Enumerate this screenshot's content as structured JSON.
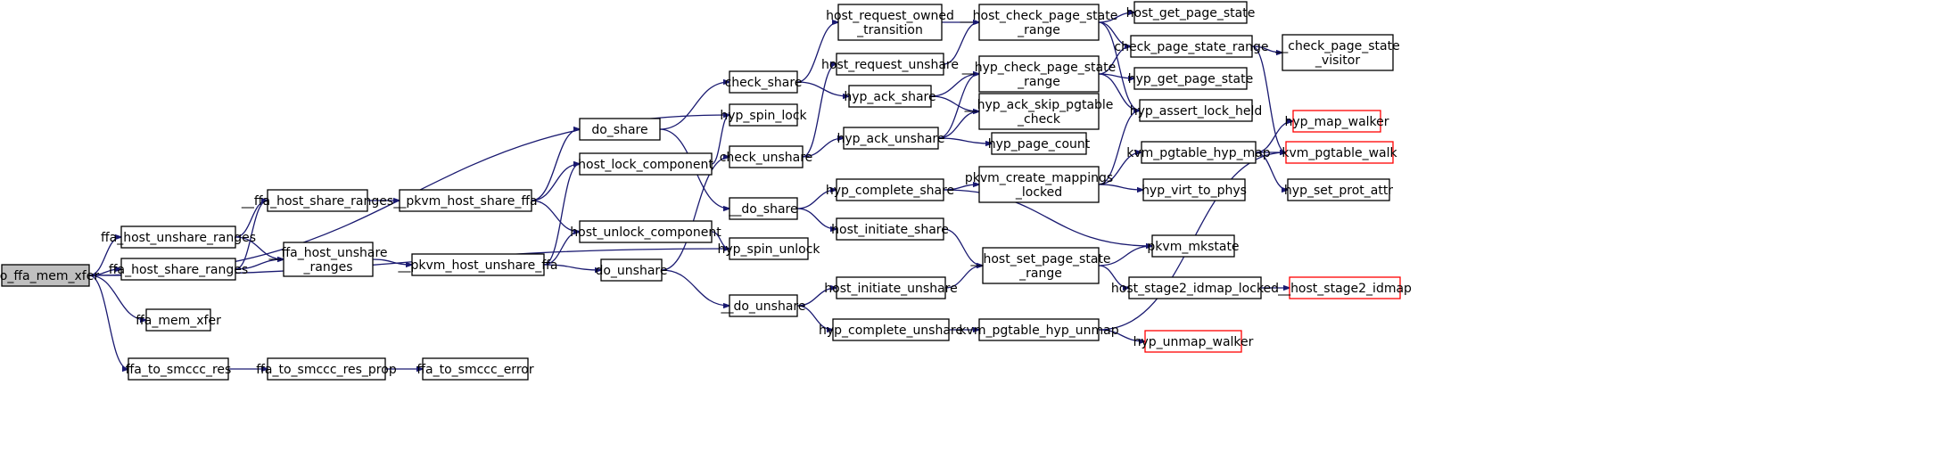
{
  "colors": {
    "edge": "#191970",
    "root_fill": "#bfbfbf",
    "external_border": "#ff0000",
    "border": "#000000"
  },
  "nodes": [
    {
      "id": "do_ffa_mem_xfer",
      "lines": [
        "do_ffa_mem_xfer"
      ],
      "root": true
    },
    {
      "id": "ffa_host_unshare_ranges",
      "lines": [
        "ffa_host_unshare_ranges"
      ]
    },
    {
      "id": "ffa_host_share_ranges",
      "lines": [
        "ffa_host_share_ranges"
      ]
    },
    {
      "id": "ffa_mem_xfer",
      "lines": [
        "ffa_mem_xfer"
      ]
    },
    {
      "id": "ffa_to_smccc_res",
      "lines": [
        "ffa_to_smccc_res"
      ]
    },
    {
      "id": "__ffa_host_share_ranges",
      "lines": [
        "__ffa_host_share_ranges"
      ]
    },
    {
      "id": "__ffa_host_unshare_ranges",
      "lines": [
        "__ffa_host_unshare",
        "_ranges"
      ]
    },
    {
      "id": "ffa_to_smccc_res_prop",
      "lines": [
        "ffa_to_smccc_res_prop"
      ]
    },
    {
      "id": "ffa_to_smccc_error",
      "lines": [
        "ffa_to_smccc_error"
      ]
    },
    {
      "id": "__pkvm_host_share_ffa",
      "lines": [
        "__pkvm_host_share_ffa"
      ]
    },
    {
      "id": "__pkvm_host_unshare_ffa",
      "lines": [
        "__pkvm_host_unshare_ffa"
      ]
    },
    {
      "id": "do_share",
      "lines": [
        "do_share"
      ]
    },
    {
      "id": "host_lock_component",
      "lines": [
        "host_lock_component"
      ]
    },
    {
      "id": "host_unlock_component",
      "lines": [
        "host_unlock_component"
      ]
    },
    {
      "id": "do_unshare",
      "lines": [
        "do_unshare"
      ]
    },
    {
      "id": "check_share",
      "lines": [
        "check_share"
      ]
    },
    {
      "id": "hyp_spin_lock",
      "lines": [
        "hyp_spin_lock"
      ]
    },
    {
      "id": "check_unshare",
      "lines": [
        "check_unshare"
      ]
    },
    {
      "id": "__do_share",
      "lines": [
        "__do_share"
      ]
    },
    {
      "id": "hyp_spin_unlock",
      "lines": [
        "hyp_spin_unlock"
      ]
    },
    {
      "id": "__do_unshare",
      "lines": [
        "__do_unshare"
      ]
    },
    {
      "id": "host_request_owned_transition",
      "lines": [
        "host_request_owned",
        "_transition"
      ]
    },
    {
      "id": "host_request_unshare",
      "lines": [
        "host_request_unshare"
      ]
    },
    {
      "id": "hyp_ack_share",
      "lines": [
        "hyp_ack_share"
      ]
    },
    {
      "id": "hyp_ack_unshare",
      "lines": [
        "hyp_ack_unshare"
      ]
    },
    {
      "id": "hyp_complete_share",
      "lines": [
        "hyp_complete_share"
      ]
    },
    {
      "id": "host_initiate_share",
      "lines": [
        "host_initiate_share"
      ]
    },
    {
      "id": "host_initiate_unshare",
      "lines": [
        "host_initiate_unshare"
      ]
    },
    {
      "id": "hyp_complete_unshare",
      "lines": [
        "hyp_complete_unshare"
      ]
    },
    {
      "id": "__host_check_page_state_range",
      "lines": [
        "__host_check_page_state",
        "_range"
      ]
    },
    {
      "id": "__hyp_check_page_state_range",
      "lines": [
        "__hyp_check_page_state",
        "_range"
      ]
    },
    {
      "id": "__hyp_ack_skip_pgtable_check",
      "lines": [
        "__hyp_ack_skip_pgtable",
        "_check"
      ]
    },
    {
      "id": "hyp_page_count",
      "lines": [
        "hyp_page_count"
      ]
    },
    {
      "id": "pkvm_create_mappings_locked",
      "lines": [
        "pkvm_create_mappings",
        "_locked"
      ]
    },
    {
      "id": "__host_set_page_state_range",
      "lines": [
        "__host_set_page_state",
        "_range"
      ]
    },
    {
      "id": "kvm_pgtable_hyp_unmap",
      "lines": [
        "kvm_pgtable_hyp_unmap"
      ]
    },
    {
      "id": "host_get_page_state",
      "lines": [
        "host_get_page_state"
      ]
    },
    {
      "id": "check_page_state_range",
      "lines": [
        "check_page_state_range"
      ]
    },
    {
      "id": "hyp_get_page_state",
      "lines": [
        "hyp_get_page_state"
      ]
    },
    {
      "id": "hyp_assert_lock_held",
      "lines": [
        "hyp_assert_lock_held"
      ]
    },
    {
      "id": "kvm_pgtable_hyp_map",
      "lines": [
        "kvm_pgtable_hyp_map"
      ]
    },
    {
      "id": "hyp_virt_to_phys",
      "lines": [
        "hyp_virt_to_phys"
      ]
    },
    {
      "id": "pkvm_mkstate",
      "lines": [
        "pkvm_mkstate"
      ]
    },
    {
      "id": "host_stage2_idmap_locked",
      "lines": [
        "host_stage2_idmap_locked"
      ]
    },
    {
      "id": "hyp_unmap_walker",
      "lines": [
        "hyp_unmap_walker"
      ],
      "external": true
    },
    {
      "id": "__check_page_state_visitor",
      "lines": [
        "__check_page_state",
        "_visitor"
      ]
    },
    {
      "id": "hyp_map_walker",
      "lines": [
        "hyp_map_walker"
      ],
      "external": true
    },
    {
      "id": "kvm_pgtable_walk",
      "lines": [
        "kvm_pgtable_walk"
      ],
      "external": true
    },
    {
      "id": "hyp_set_prot_attr",
      "lines": [
        "hyp_set_prot_attr"
      ]
    },
    {
      "id": "__host_stage2_idmap",
      "lines": [
        "__host_stage2_idmap"
      ],
      "external": true
    }
  ],
  "edges": [
    [
      "do_ffa_mem_xfer",
      "ffa_host_unshare_ranges"
    ],
    [
      "do_ffa_mem_xfer",
      "ffa_host_share_ranges"
    ],
    [
      "do_ffa_mem_xfer",
      "ffa_mem_xfer"
    ],
    [
      "do_ffa_mem_xfer",
      "ffa_to_smccc_res"
    ],
    [
      "do_ffa_mem_xfer",
      "hyp_spin_lock"
    ],
    [
      "do_ffa_mem_xfer",
      "hyp_spin_unlock"
    ],
    [
      "ffa_host_unshare_ranges",
      "__ffa_host_share_ranges"
    ],
    [
      "ffa_host_unshare_ranges",
      "__ffa_host_unshare_ranges"
    ],
    [
      "ffa_host_share_ranges",
      "__ffa_host_share_ranges"
    ],
    [
      "ffa_host_share_ranges",
      "__ffa_host_unshare_ranges"
    ],
    [
      "ffa_to_smccc_res",
      "ffa_to_smccc_res_prop"
    ],
    [
      "ffa_to_smccc_res_prop",
      "ffa_to_smccc_error"
    ],
    [
      "__ffa_host_share_ranges",
      "__pkvm_host_share_ffa"
    ],
    [
      "__ffa_host_unshare_ranges",
      "__pkvm_host_unshare_ffa"
    ],
    [
      "__pkvm_host_share_ffa",
      "do_share"
    ],
    [
      "__pkvm_host_share_ffa",
      "host_lock_component"
    ],
    [
      "__pkvm_host_share_ffa",
      "host_unlock_component"
    ],
    [
      "__pkvm_host_unshare_ffa",
      "host_lock_component"
    ],
    [
      "__pkvm_host_unshare_ffa",
      "host_unlock_component"
    ],
    [
      "__pkvm_host_unshare_ffa",
      "do_unshare"
    ],
    [
      "do_share",
      "check_share"
    ],
    [
      "do_share",
      "__do_share"
    ],
    [
      "host_lock_component",
      "hyp_spin_lock"
    ],
    [
      "host_unlock_component",
      "hyp_spin_unlock"
    ],
    [
      "do_unshare",
      "check_unshare"
    ],
    [
      "do_unshare",
      "__do_unshare"
    ],
    [
      "check_share",
      "host_request_owned_transition"
    ],
    [
      "check_share",
      "hyp_ack_share"
    ],
    [
      "check_unshare",
      "host_request_unshare"
    ],
    [
      "check_unshare",
      "hyp_ack_unshare"
    ],
    [
      "__do_share",
      "hyp_complete_share"
    ],
    [
      "__do_share",
      "host_initiate_share"
    ],
    [
      "__do_unshare",
      "host_initiate_unshare"
    ],
    [
      "__do_unshare",
      "hyp_complete_unshare"
    ],
    [
      "host_request_owned_transition",
      "__host_check_page_state_range"
    ],
    [
      "host_request_unshare",
      "__host_check_page_state_range"
    ],
    [
      "hyp_ack_share",
      "__hyp_check_page_state_range"
    ],
    [
      "hyp_ack_share",
      "__hyp_ack_skip_pgtable_check"
    ],
    [
      "hyp_ack_unshare",
      "__hyp_check_page_state_range"
    ],
    [
      "hyp_ack_unshare",
      "__hyp_ack_skip_pgtable_check"
    ],
    [
      "hyp_ack_unshare",
      "hyp_page_count"
    ],
    [
      "hyp_complete_share",
      "pkvm_create_mappings_locked"
    ],
    [
      "hyp_complete_share",
      "pkvm_mkstate"
    ],
    [
      "host_initiate_share",
      "__host_set_page_state_range"
    ],
    [
      "host_initiate_unshare",
      "__host_set_page_state_range"
    ],
    [
      "hyp_complete_unshare",
      "kvm_pgtable_hyp_unmap"
    ],
    [
      "__host_check_page_state_range",
      "host_get_page_state"
    ],
    [
      "__host_check_page_state_range",
      "check_page_state_range"
    ],
    [
      "__host_check_page_state_range",
      "hyp_assert_lock_held"
    ],
    [
      "__hyp_check_page_state_range",
      "check_page_state_range"
    ],
    [
      "__hyp_check_page_state_range",
      "hyp_get_page_state"
    ],
    [
      "__hyp_check_page_state_range",
      "hyp_assert_lock_held"
    ],
    [
      "pkvm_create_mappings_locked",
      "hyp_assert_lock_held"
    ],
    [
      "pkvm_create_mappings_locked",
      "kvm_pgtable_hyp_map"
    ],
    [
      "pkvm_create_mappings_locked",
      "hyp_virt_to_phys"
    ],
    [
      "__host_set_page_state_range",
      "pkvm_mkstate"
    ],
    [
      "__host_set_page_state_range",
      "host_stage2_idmap_locked"
    ],
    [
      "kvm_pgtable_hyp_unmap",
      "kvm_pgtable_walk"
    ],
    [
      "kvm_pgtable_hyp_unmap",
      "hyp_unmap_walker"
    ],
    [
      "check_page_state_range",
      "__check_page_state_visitor"
    ],
    [
      "check_page_state_range",
      "kvm_pgtable_walk"
    ],
    [
      "kvm_pgtable_hyp_map",
      "hyp_map_walker"
    ],
    [
      "kvm_pgtable_hyp_map",
      "kvm_pgtable_walk"
    ],
    [
      "kvm_pgtable_hyp_map",
      "hyp_set_prot_attr"
    ],
    [
      "host_stage2_idmap_locked",
      "__host_stage2_idmap"
    ]
  ]
}
